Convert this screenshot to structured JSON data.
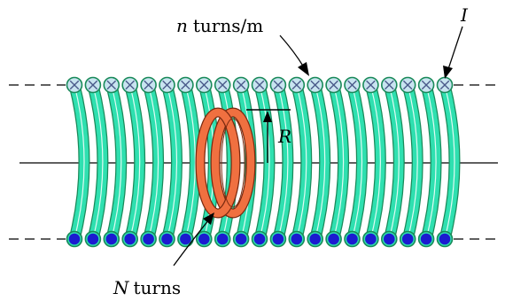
{
  "labels": {
    "n_symbol": "n",
    "n_rest": "turns/m",
    "current": "I",
    "radius": "R",
    "N_symbol": "N",
    "N_rest": "turns"
  },
  "diagram": {
    "turn_count": 21,
    "winding_color": "#2fe0b0",
    "winding_outline": "#1a8a5a",
    "coil_color": "#f07040",
    "coil_outline": "#7a2a10",
    "into_marker_color": "#c8e4f0",
    "out_dot_color": "#1b1bd0",
    "line_color": "#000000"
  }
}
